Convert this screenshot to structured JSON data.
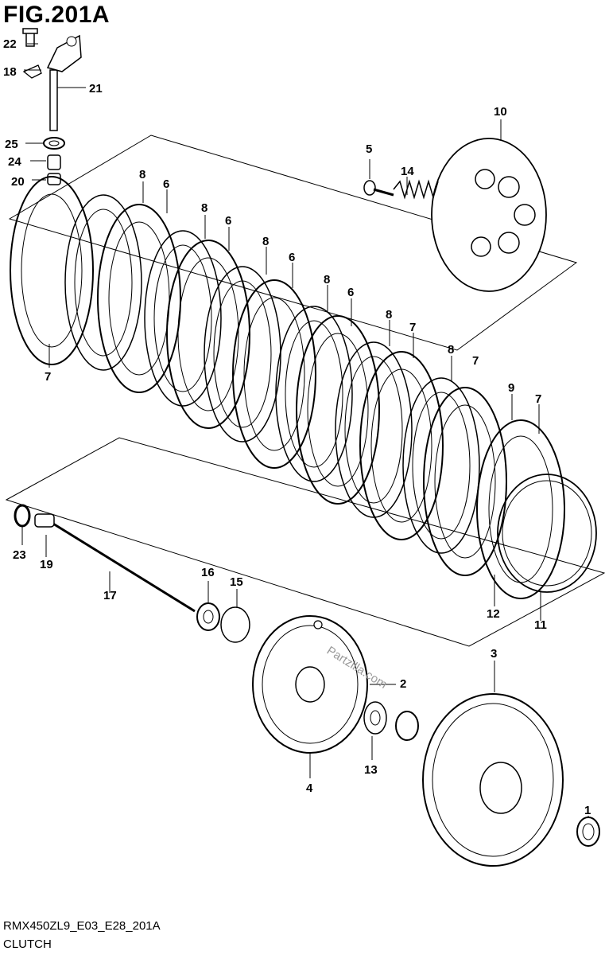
{
  "figure": {
    "title": "FIG.201A"
  },
  "footer": {
    "code": "RMX450ZL9_E03_E28_201A",
    "name": "CLUTCH"
  },
  "watermark": "Partzilla.com",
  "callouts": {
    "c1": "1",
    "c2": "2",
    "c3": "3",
    "c4": "4",
    "c5": "5",
    "c6": "6",
    "c7": "7",
    "c8": "8",
    "c9": "9",
    "c10": "10",
    "c11": "11",
    "c12": "12",
    "c13": "13",
    "c14": "14",
    "c15": "15",
    "c16": "16",
    "c17": "17",
    "c18": "18",
    "c19": "19",
    "c20": "20",
    "c21": "21",
    "c22": "22",
    "c23": "23",
    "c24": "24",
    "c25": "25"
  }
}
